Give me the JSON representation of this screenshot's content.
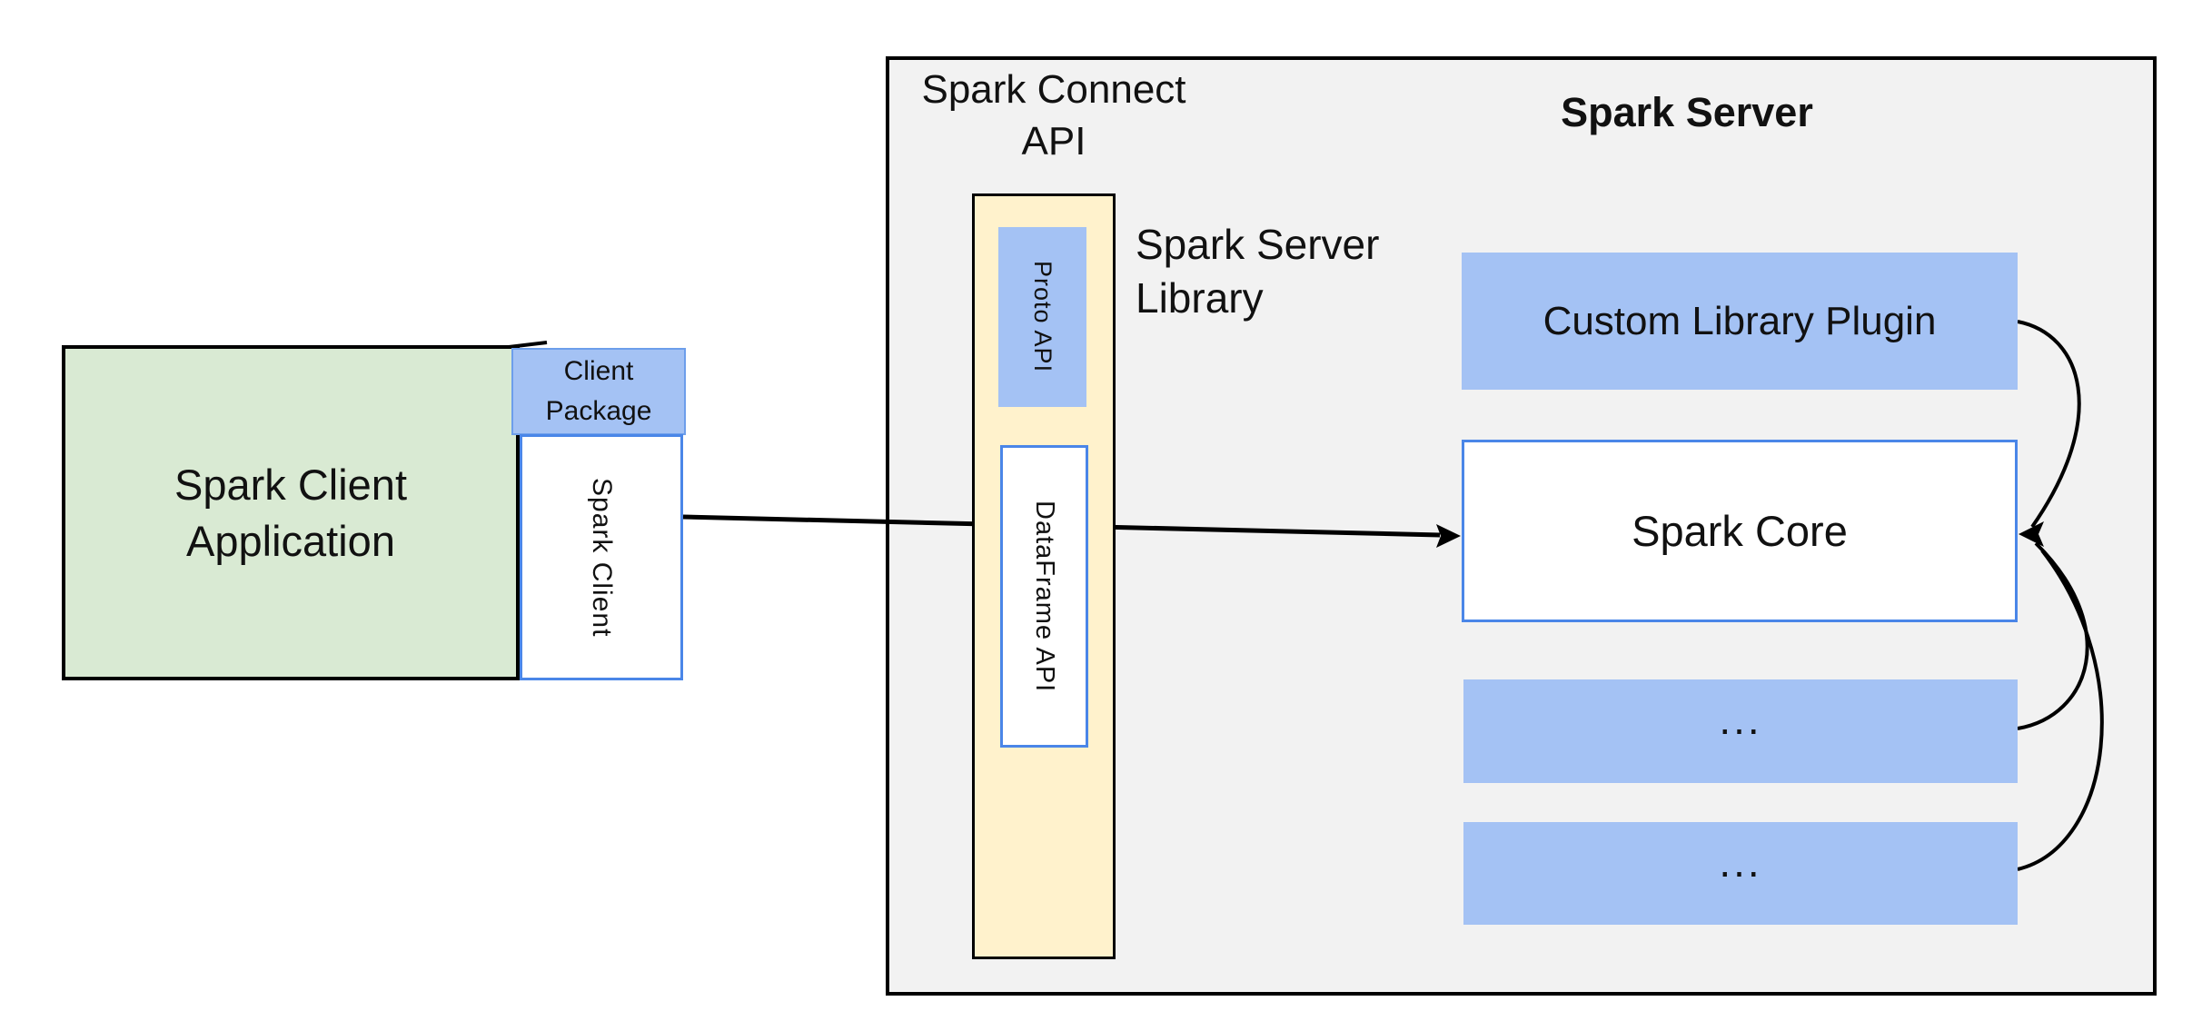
{
  "colors": {
    "panel_fill": "#f2f2f2",
    "panel_border": "#000000",
    "green_fill": "#d9ead3",
    "blue_fill": "#a4c2f4",
    "blue_border": "#4a86e8",
    "pkg_border": "#6d9eeb",
    "yellow_fill": "#fff2cc",
    "line_color": "#000000",
    "text_color": "#111111"
  },
  "client_app": {
    "label_line1": "Spark Client",
    "label_line2": "Application"
  },
  "client_package": {
    "label_line1": "Client",
    "label_line2": "Package"
  },
  "spark_client": {
    "label": "Spark Client"
  },
  "connect_api": {
    "title_line1": "Spark Connect",
    "title_line2": "API",
    "proto_label": "Proto API",
    "dataframe_label": "DataFrame API"
  },
  "server_library": {
    "label_line1": "Spark Server",
    "label_line2": "Library"
  },
  "server": {
    "title": "Spark Server",
    "plugin_label": "Custom Library Plugin",
    "core_label": "Spark Core",
    "more_1": "...",
    "more_2": "..."
  }
}
